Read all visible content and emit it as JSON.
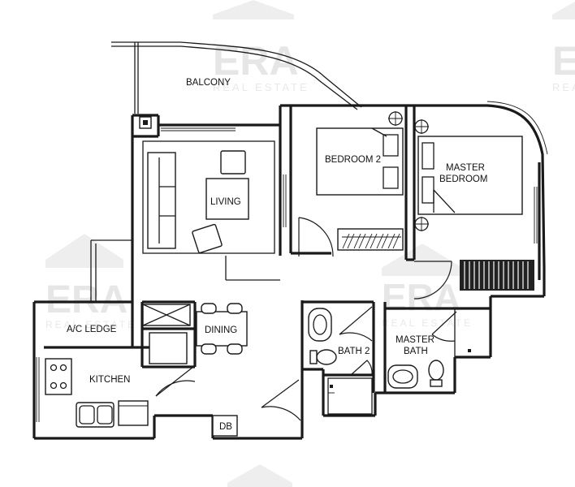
{
  "watermark": {
    "brand": "ERA",
    "subtitle": "REAL ESTATE"
  },
  "rooms": {
    "balcony": "BALCONY",
    "living": "LIVING",
    "bedroom2": "BEDROOM 2",
    "master_bedroom_line1": "MASTER",
    "master_bedroom_line2": "BEDROOM",
    "dining": "DINING",
    "ac_ledge": "A/C LEDGE",
    "kitchen": "KITCHEN",
    "bath2": "BATH 2",
    "master_bath_line1": "MASTER",
    "master_bath_line2": "BATH",
    "db": "DB"
  }
}
